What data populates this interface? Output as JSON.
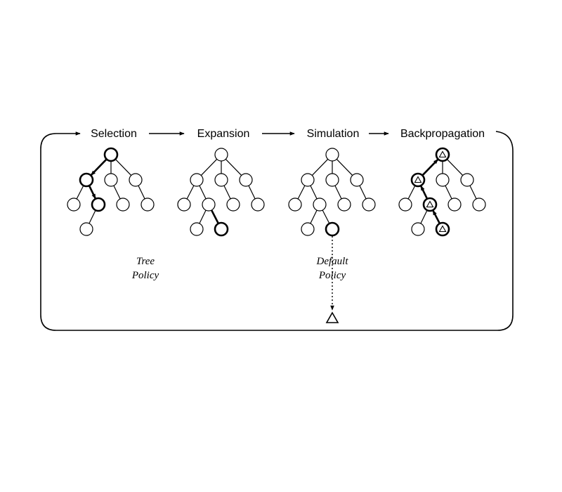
{
  "diagram": {
    "stages": [
      "Selection",
      "Expansion",
      "Simulation",
      "Backpropagation"
    ],
    "tree_policy": [
      "Tree",
      "Policy"
    ],
    "default_policy": [
      "Default",
      "Policy"
    ]
  },
  "colors": {
    "stroke": "#000000",
    "background": "#ffffff"
  }
}
